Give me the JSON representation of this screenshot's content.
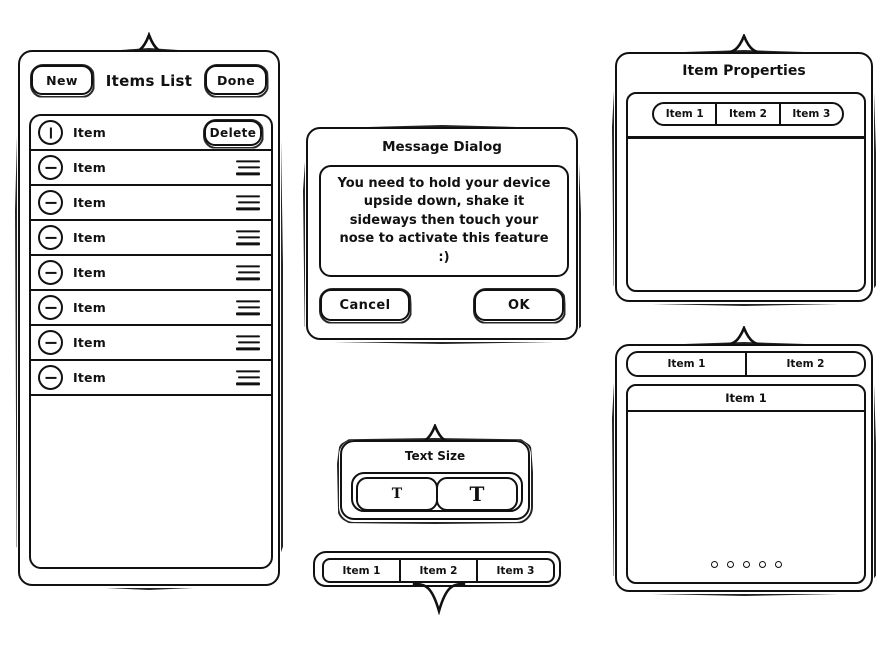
{
  "items_list": {
    "new_label": "New",
    "title": "Items List",
    "done_label": "Done",
    "delete_label": "Delete",
    "rows": [
      {
        "label": "Item",
        "icon": "circle-bar-vertical-icon",
        "action": "delete"
      },
      {
        "label": "Item",
        "icon": "circle-minus-icon",
        "action": "reorder"
      },
      {
        "label": "Item",
        "icon": "circle-minus-icon",
        "action": "reorder"
      },
      {
        "label": "Item",
        "icon": "circle-minus-icon",
        "action": "reorder"
      },
      {
        "label": "Item",
        "icon": "circle-minus-icon",
        "action": "reorder"
      },
      {
        "label": "Item",
        "icon": "circle-minus-icon",
        "action": "reorder"
      },
      {
        "label": "Item",
        "icon": "circle-minus-icon",
        "action": "reorder"
      },
      {
        "label": "Item",
        "icon": "circle-minus-icon",
        "action": "reorder"
      }
    ]
  },
  "message_dialog": {
    "title": "Message Dialog",
    "message": "You need to hold your device upside down, shake it sideways then touch your nose to activate this feature :)",
    "cancel_label": "Cancel",
    "ok_label": "OK"
  },
  "text_size": {
    "title": "Text Size",
    "small_label": "T",
    "large_label": "T"
  },
  "bottom_segmented": {
    "segments": [
      "Item 1",
      "Item 2",
      "Item 3"
    ]
  },
  "item_properties": {
    "title": "Item Properties",
    "segments": [
      "Item 1",
      "Item 2",
      "Item 3"
    ]
  },
  "detail_panel": {
    "segments": [
      "Item 1",
      "Item 2"
    ],
    "section_header": "Item 1",
    "page_dots": 5
  },
  "colors": {
    "ink": "#111111",
    "background": "#ffffff"
  }
}
